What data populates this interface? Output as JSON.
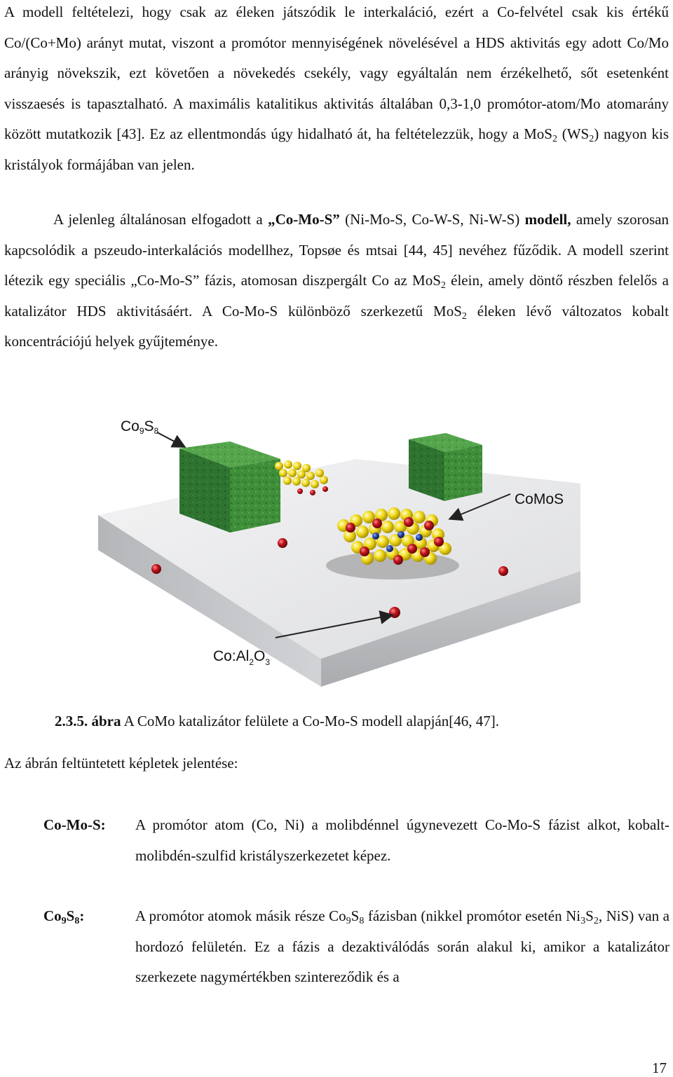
{
  "paragraphs": {
    "p1": {
      "a": "A modell feltételezi, hogy csak az éleken játszódik le interkaláció, ezért a Co-felvétel csak kis értékű Co/(Co+Mo) arányt mutat, viszont a promótor mennyiségének növelésével a HDS aktivitás egy adott Co/Mo arányig növekszik, ezt követően a növekedés csekély, vagy egyáltalán nem érzékelhető, sőt esetenként visszaesés is tapasztalható. A maximális katalitikus aktivitás általában 0,3-1,0 promótor-atom/Mo atomarány között mutatkozik [43]. Ez az ellentmondás úgy hidalható át, ha feltételezzük, hogy a MoS",
      "sub1": "2",
      "b": " (WS",
      "sub2": "2",
      "c": ") nagyon kis kristályok formájában van jelen."
    },
    "p2": {
      "a": "A jelenleg általánosan elfogadott a ",
      "bold1": "„Co-Mo-S”",
      "b": " (Ni-Mo-S, Co-W-S, Ni-W-S) ",
      "bold2": "modell,",
      "c": " amely szorosan kapcsolódik a pszeudo-interkalációs modellhez, Topsøe és mtsai [44, 45] nevéhez fűződik. A modell szerint létezik egy speciális „Co-Mo-S” fázis, atomosan diszpergált Co az MoS",
      "sub1": "2",
      "d": " élein, amely döntő részben felelős a katalizátor HDS aktivitásáért. A Co-Mo-S különböző szerkezetű MoS",
      "sub2": "2",
      "e": " éleken lévő változatos kobalt koncentrációjú helyek gyűjteménye."
    }
  },
  "figure": {
    "labels": {
      "co9s8_main": "Co",
      "co9s8_sub1": "9",
      "co9s8_s": "S",
      "co9s8_sub2": "8",
      "comos": "CoMoS",
      "coal_main": "Co:Al",
      "coal_sub1": "2",
      "coal_o": "O",
      "coal_sub2": "3"
    },
    "colors": {
      "cube_green": "#3f8f3a",
      "sulfur_yellow": "#f2dc1e",
      "cobalt_red": "#c0131b",
      "molybdenum_blue": "#1f3fa0",
      "support_gray": "#e6e7e8"
    }
  },
  "caption": {
    "number": "2.3.5. ábra",
    "text": " A CoMo katalizátor felülete a Co-Mo-S modell alapján[46, 47]."
  },
  "lead": "Az ábrán feltüntetett képletek jelentése:",
  "definitions": [
    {
      "term": "Co-Mo-S:",
      "body": "A promótor atom (Co, Ni) a molibdénnel úgynevezett Co-Mo-S fázist alkot, kobalt-molibdén-szulfid kristályszerkezetet képez."
    },
    {
      "term_a": "Co",
      "term_sub1": "9",
      "term_b": "S",
      "term_sub2": "8",
      "term_c": ":",
      "body_a": "A promótor atomok másik része Co",
      "body_sub1": "9",
      "body_b": "S",
      "body_sub2": "8",
      "body_c": " fázisban (nikkel promótor esetén Ni",
      "body_sub3": "3",
      "body_d": "S",
      "body_sub4": "2",
      "body_e": ", NiS) van a hordozó felületén. Ez a fázis a dezaktiválódás során alakul ki, amikor a katalizátor szerkezete nagymértékben szintereződik és a"
    }
  ],
  "page_number": "17"
}
